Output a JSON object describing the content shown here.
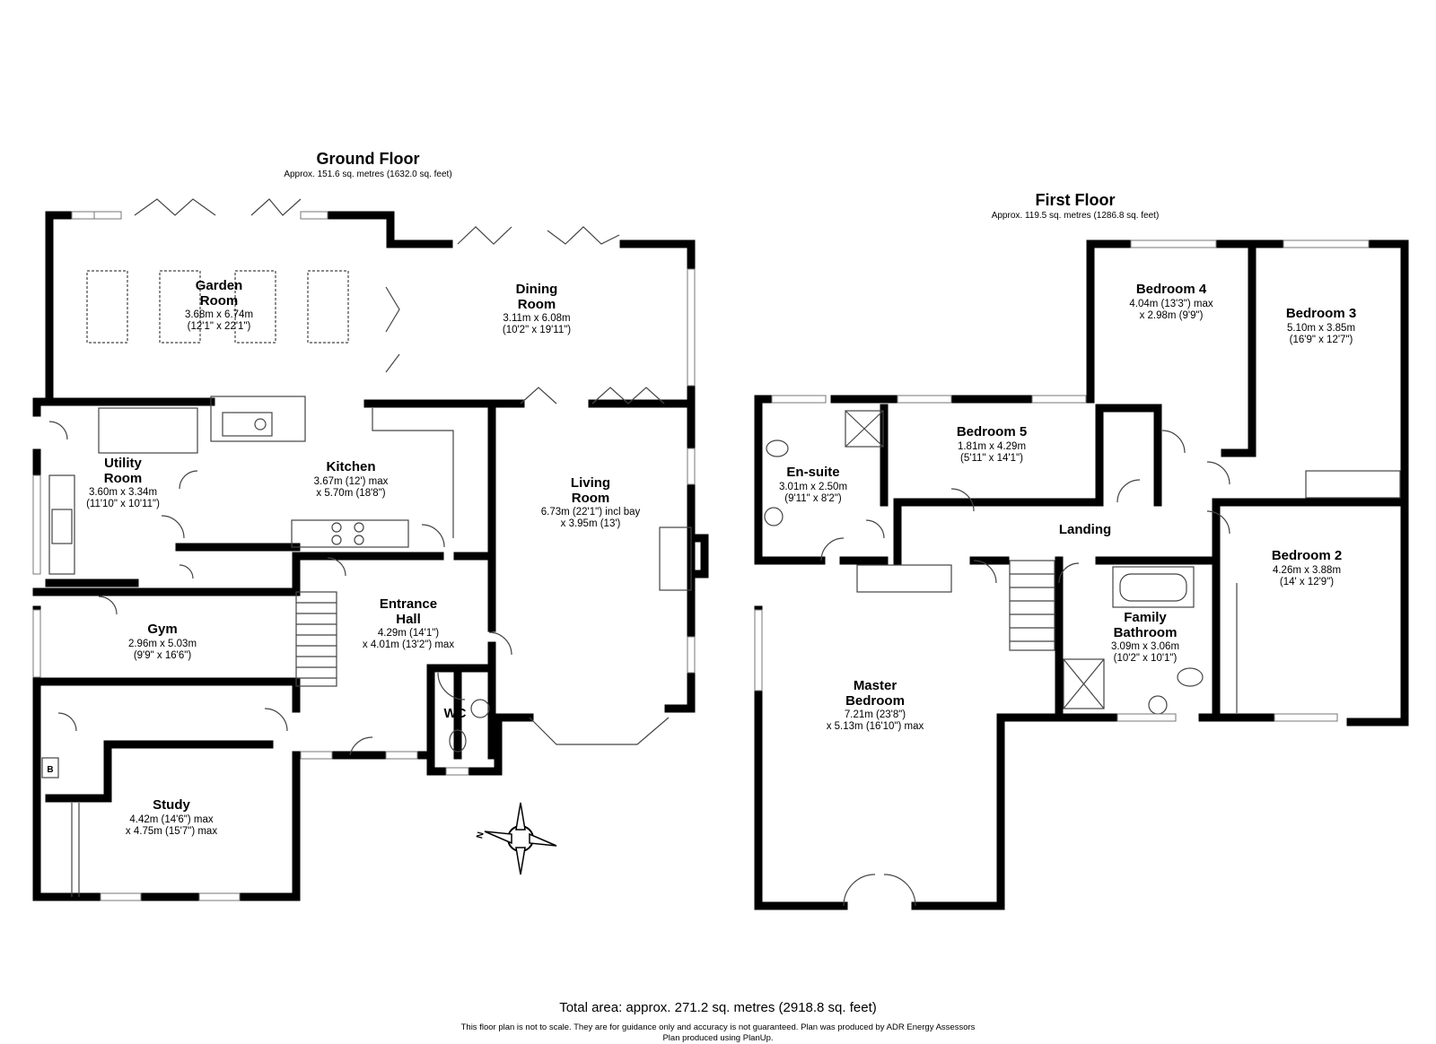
{
  "ground_floor": {
    "title": "Ground Floor",
    "area": "Approx. 151.6 sq. metres (1632.0 sq. feet)",
    "rooms": [
      {
        "id": "garden-room",
        "name": [
          "Garden",
          "Room"
        ],
        "dims": [
          "3.68m x 6.74m",
          "(12'1\" x 22'1\")"
        ]
      },
      {
        "id": "dining-room",
        "name": [
          "Dining",
          "Room"
        ],
        "dims": [
          "3.11m x 6.08m",
          "(10'2\" x 19'11\")"
        ]
      },
      {
        "id": "utility-room",
        "name": [
          "Utility",
          "Room"
        ],
        "dims": [
          "3.60m x 3.34m",
          "(11'10\" x 10'11\")"
        ]
      },
      {
        "id": "kitchen",
        "name": [
          "Kitchen"
        ],
        "dims": [
          "3.67m (12') max",
          "x 5.70m (18'8\")"
        ]
      },
      {
        "id": "living-room",
        "name": [
          "Living",
          "Room"
        ],
        "dims": [
          "6.73m (22'1\") incl bay",
          "x 3.95m (13')"
        ]
      },
      {
        "id": "gym",
        "name": [
          "Gym"
        ],
        "dims": [
          "2.96m x 5.03m",
          "(9'9\" x 16'6\")"
        ]
      },
      {
        "id": "entrance-hall",
        "name": [
          "Entrance",
          "Hall"
        ],
        "dims": [
          "4.29m (14'1\")",
          "x 4.01m (13'2\") max"
        ]
      },
      {
        "id": "wc",
        "name": [
          "WC"
        ],
        "dims": []
      },
      {
        "id": "study",
        "name": [
          "Study"
        ],
        "dims": [
          "4.42m (14'6\") max",
          "x 4.75m (15'7\") max"
        ]
      }
    ],
    "boiler_label": "B",
    "compass_label": "N"
  },
  "first_floor": {
    "title": "First Floor",
    "area": "Approx. 119.5 sq. metres (1286.8 sq. feet)",
    "rooms": [
      {
        "id": "bedroom-4",
        "name": [
          "Bedroom 4"
        ],
        "dims": [
          "4.04m (13'3\") max",
          "x 2.98m (9'9\")"
        ]
      },
      {
        "id": "bedroom-3",
        "name": [
          "Bedroom 3"
        ],
        "dims": [
          "5.10m x 3.85m",
          "(16'9\" x 12'7\")"
        ]
      },
      {
        "id": "bedroom-5",
        "name": [
          "Bedroom 5"
        ],
        "dims": [
          "1.81m x 4.29m",
          "(5'11\" x 14'1\")"
        ]
      },
      {
        "id": "en-suite",
        "name": [
          "En-suite"
        ],
        "dims": [
          "3.01m x 2.50m",
          "(9'11\" x 8'2\")"
        ]
      },
      {
        "id": "landing",
        "name": [
          "Landing"
        ],
        "dims": []
      },
      {
        "id": "bedroom-2",
        "name": [
          "Bedroom 2"
        ],
        "dims": [
          "4.26m x 3.88m",
          "(14' x 12'9\")"
        ]
      },
      {
        "id": "family-bathroom",
        "name": [
          "Family",
          "Bathroom"
        ],
        "dims": [
          "3.09m x 3.06m",
          "(10'2\" x 10'1\")"
        ]
      },
      {
        "id": "master-bedroom",
        "name": [
          "Master",
          "Bedroom"
        ],
        "dims": [
          "7.21m (23'8\")",
          "x 5.13m (16'10\") max"
        ]
      }
    ]
  },
  "footer": {
    "total": "Total area: approx. 271.2 sq. metres (2918.8 sq. feet)",
    "note": "This floor plan is not to scale. They are for guidance only and accuracy is not guaranteed. Plan was produced by ADR Energy Assessors",
    "credit": "Plan produced using PlanUp."
  },
  "colors": {
    "wall": "#000000",
    "fixture": "#555555",
    "window": "#9a9a9a"
  }
}
